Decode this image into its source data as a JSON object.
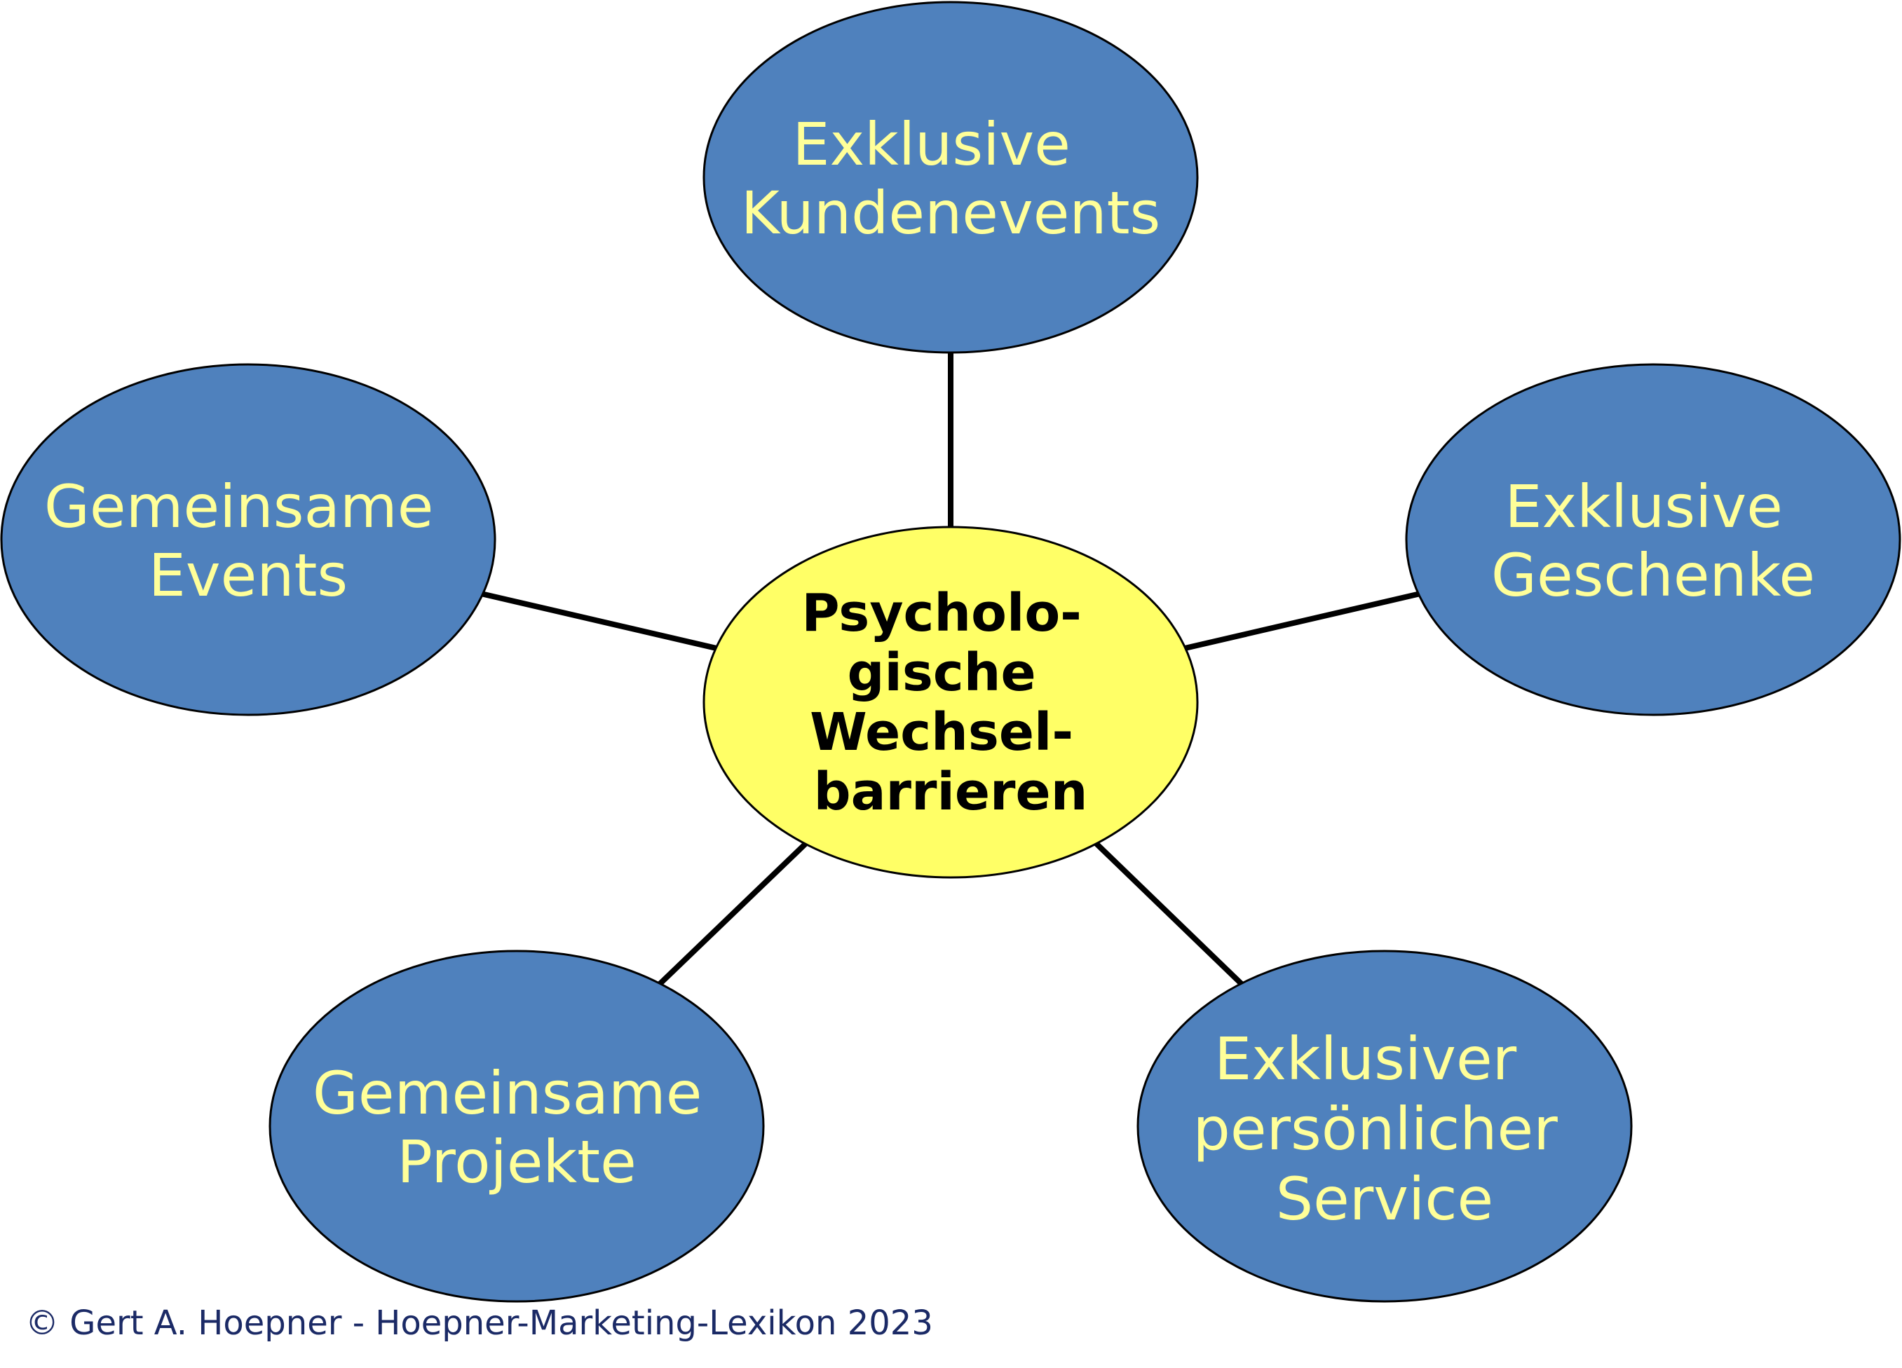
{
  "colors": {
    "satellite_fill": "#4f81bd",
    "satellite_text": "#ffff99",
    "center_fill": "#ffff66",
    "center_text": "#000000",
    "outline": "#000000",
    "connector": "#000000",
    "copyright": "#1b2a66"
  },
  "center": {
    "lines": [
      "Psycholo-",
      "gische",
      "Wechsel-",
      "barrieren"
    ]
  },
  "nodes": [
    {
      "id": "top",
      "lines": [
        "Exklusive",
        "Kundenevents"
      ]
    },
    {
      "id": "left",
      "lines": [
        "Gemeinsame",
        "Events"
      ]
    },
    {
      "id": "right",
      "lines": [
        "Exklusive",
        "Geschenke"
      ]
    },
    {
      "id": "bottom-left",
      "lines": [
        "Gemeinsame",
        "Projekte"
      ]
    },
    {
      "id": "bottom-right",
      "lines": [
        "Exklusiver",
        "persönlicher",
        "Service"
      ]
    }
  ],
  "copyright": "© Gert A. Hoepner - Hoepner-Marketing-Lexikon 2023"
}
